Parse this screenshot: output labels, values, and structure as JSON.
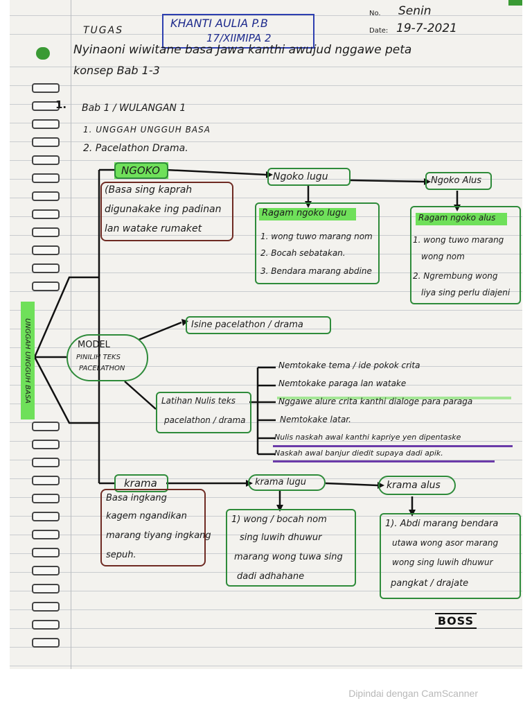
{
  "header": {
    "no_label": "No.",
    "no_value": "Senin",
    "date_label": "Date:",
    "date_value": "19-7-2021",
    "tugas": "TUGAS",
    "name_line1": "KHANTI AULIA P.B",
    "name_line2": "17/XIIMIPA 2"
  },
  "instructions": {
    "line1": "Nyinaoni wiwitane basa Jawa kanthi awujud nggawe peta",
    "line2": "konsep Bab 1-3"
  },
  "intro": {
    "number": "1.",
    "bab": "Bab 1 / WULANGAN 1",
    "item1": "1. UNGGAH UNGGUH BASA",
    "item2": "2. Pacelathon Drama."
  },
  "side_label": "UNGGAH UNGGUH BASA",
  "ngoko": {
    "title": "NGOKO",
    "desc": [
      "(Basa sing kaprah",
      "digunakake ing padinan",
      "lan watake rumaket"
    ],
    "lugu": {
      "title": "Ngoko lugu",
      "sub": "Ragam ngoko lugu",
      "items": [
        "1. wong tuwo marang nom",
        "2. Bocah sebatakan.",
        "3. Bendara marang abdine"
      ]
    },
    "alus": {
      "title": "Ngoko Alus",
      "sub": "Ragam ngoko alus",
      "items": [
        "1. wong tuwo marang",
        "wong nom",
        "2. Ngrembung wong",
        "liya sing perlu diajeni"
      ]
    }
  },
  "model": {
    "title": "MODEL",
    "line2": "PINILIH TEKS",
    "line3": "PACELATHON",
    "isine": "Isine pacelathon / drama",
    "latihan": [
      "Latihan Nulis teks",
      "pacelathon / drama"
    ],
    "steps": [
      "Nemtokake tema / ide pokok crita",
      "Nemtokake paraga lan watake",
      "Nggawe alure crita kanthi dialoge para paraga",
      "Nemtokake latar.",
      "Nulis naskah awal kanthi kapriye yen dipentaske",
      "Naskah awal banjur diedit supaya dadi apik."
    ]
  },
  "krama": {
    "title": "krama",
    "desc": [
      "Basa ingkang",
      "kagem ngandikan",
      "marang tiyang ingkang",
      "sepuh."
    ],
    "lugu": {
      "title": "krama lugu",
      "items": [
        "1) wong / bocah nom",
        "sing luwih dhuwur",
        "marang wong tuwa sing",
        "dadi adhahane"
      ]
    },
    "alus": {
      "title": "krama alus",
      "items": [
        "1). Abdi marang bendara",
        "utawa wong asor marang",
        "wong sing luwih dhuwur",
        "pangkat / drajate"
      ]
    }
  },
  "logo": "BOSS",
  "footer": "Dipindai dengan CamScanner",
  "colors": {
    "green_highlight": "#6fe05a",
    "green_border": "#2e8b3a",
    "red_border": "#6e2a22",
    "purple": "#6a3aa8"
  }
}
